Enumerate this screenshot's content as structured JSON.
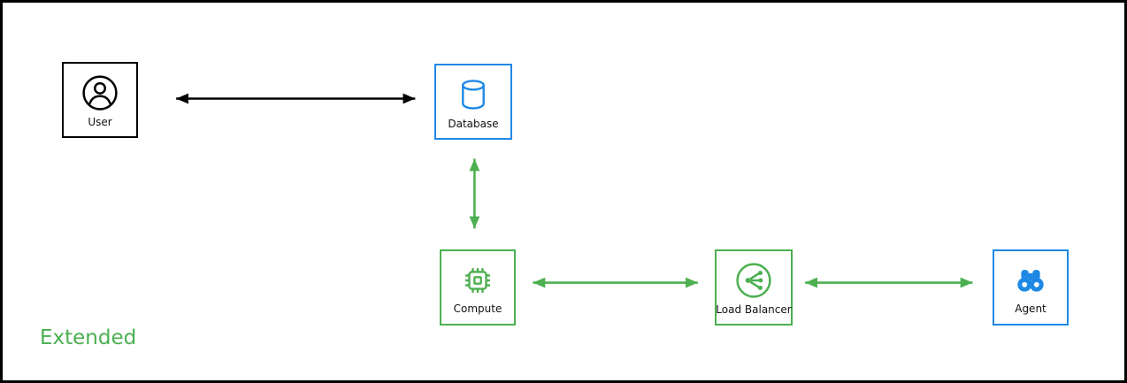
{
  "diagram": {
    "title": "Extended",
    "colors": {
      "black": "#000000",
      "blue": "#1e88e5",
      "green": "#4caf50"
    },
    "nodes": [
      {
        "id": "user",
        "label": "User",
        "color": "black",
        "icon": "user-icon"
      },
      {
        "id": "database",
        "label": "Database",
        "color": "blue",
        "icon": "database-icon"
      },
      {
        "id": "compute",
        "label": "Compute",
        "color": "green",
        "icon": "cpu-chip-icon"
      },
      {
        "id": "load-balancer",
        "label": "Load Balancer",
        "color": "green",
        "icon": "load-balancer-icon"
      },
      {
        "id": "agent",
        "label": "Agent",
        "color": "blue",
        "icon": "binoculars-icon"
      }
    ],
    "edges": [
      {
        "from": "user",
        "to": "database",
        "color": "black",
        "bidirectional": true
      },
      {
        "from": "database",
        "to": "compute",
        "color": "green",
        "bidirectional": true
      },
      {
        "from": "compute",
        "to": "load-balancer",
        "color": "green",
        "bidirectional": true
      },
      {
        "from": "load-balancer",
        "to": "agent",
        "color": "green",
        "bidirectional": true
      }
    ]
  }
}
